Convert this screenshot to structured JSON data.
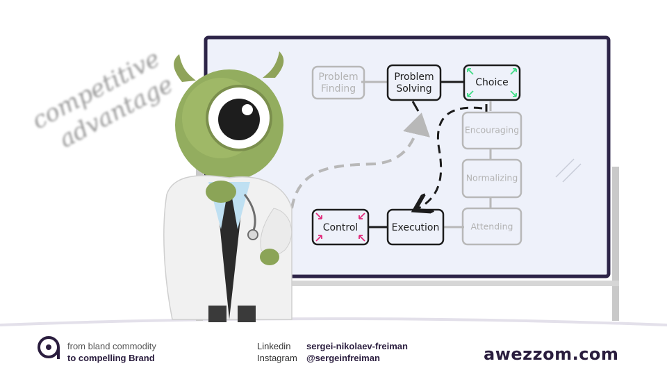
{
  "background_text": {
    "line1": "competitive",
    "line2": "advantage"
  },
  "diagram": {
    "nodes": {
      "problem_finding": {
        "line1": "Problem",
        "line2": "Finding",
        "state": "faded"
      },
      "problem_solving": {
        "line1": "Problem",
        "line2": "Solving",
        "state": "active"
      },
      "choice": {
        "label": "Choice",
        "state": "active"
      },
      "encouraging": {
        "label": "Encouraging",
        "state": "faded"
      },
      "normalizing": {
        "label": "Normalizing",
        "state": "faded"
      },
      "attending": {
        "label": "Attending",
        "state": "faded"
      },
      "execution": {
        "label": "Execution",
        "state": "active"
      },
      "control": {
        "label": "Control",
        "state": "active"
      }
    },
    "colors": {
      "board_frame": "#2d2448",
      "board_fill": "#eef1fa",
      "choice_arrows": "#3ddc84",
      "control_arrows": "#e0287a",
      "active_line": "#1c1c1c",
      "faded_line": "#b8b8b8"
    }
  },
  "footer": {
    "tagline_line1": "from bland commodity",
    "tagline_line2": "to compelling Brand",
    "linkedin_label": "Linkedin",
    "linkedin_value": "sergei-nikolaev-freiman",
    "instagram_label": "Instagram",
    "instagram_value": "@sergeinfreiman",
    "website": "awezzom.com",
    "brand_color": "#2a1d3e"
  }
}
